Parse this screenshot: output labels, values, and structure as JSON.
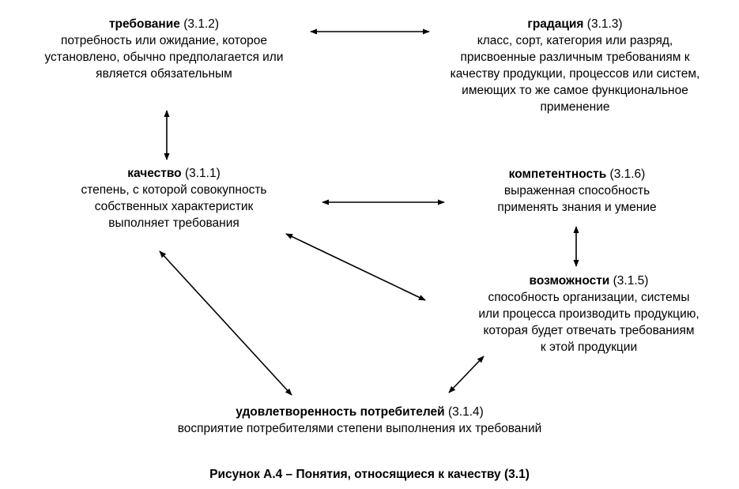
{
  "concepts": {
    "trebovanie": {
      "term": "требование",
      "ref": "(3.1.2)",
      "lines": [
        "потребность или ожидание, которое",
        "установлено, обычно предполагается или",
        "является обязательным"
      ]
    },
    "gradatsiya": {
      "term": "градация",
      "ref": "(3.1.3)",
      "lines": [
        "класс, сорт, категория или разряд,",
        "присвоенные различным требованиям к",
        "качеству продукции, процессов или систем,",
        "имеющих то же самое функциональное",
        "применение"
      ]
    },
    "kachestvo": {
      "term": "качество",
      "ref": "(3.1.1)",
      "lines": [
        "степень, с которой совокупность",
        "собственных характеристик",
        "выполняет требования"
      ]
    },
    "kompetentnost": {
      "term": "компетентность",
      "ref": "(3.1.6)",
      "lines": [
        "выраженная способность",
        "применять знания и умение"
      ]
    },
    "vozmozhnosti": {
      "term": "возможности",
      "ref": "(3.1.5)",
      "lines": [
        "способность организации, системы",
        "или процесса производить продукцию,",
        "которая будет отвечать требованиям",
        "к этой продукции"
      ]
    },
    "udovletvorennost": {
      "term": "удовлетворенность потребителей",
      "ref": "(3.1.4)",
      "lines": [
        "восприятие потребителями степени выполнения их требований"
      ]
    }
  },
  "caption": "Рисунок А.4 – Понятия, относящиеся к качеству (3.1)"
}
